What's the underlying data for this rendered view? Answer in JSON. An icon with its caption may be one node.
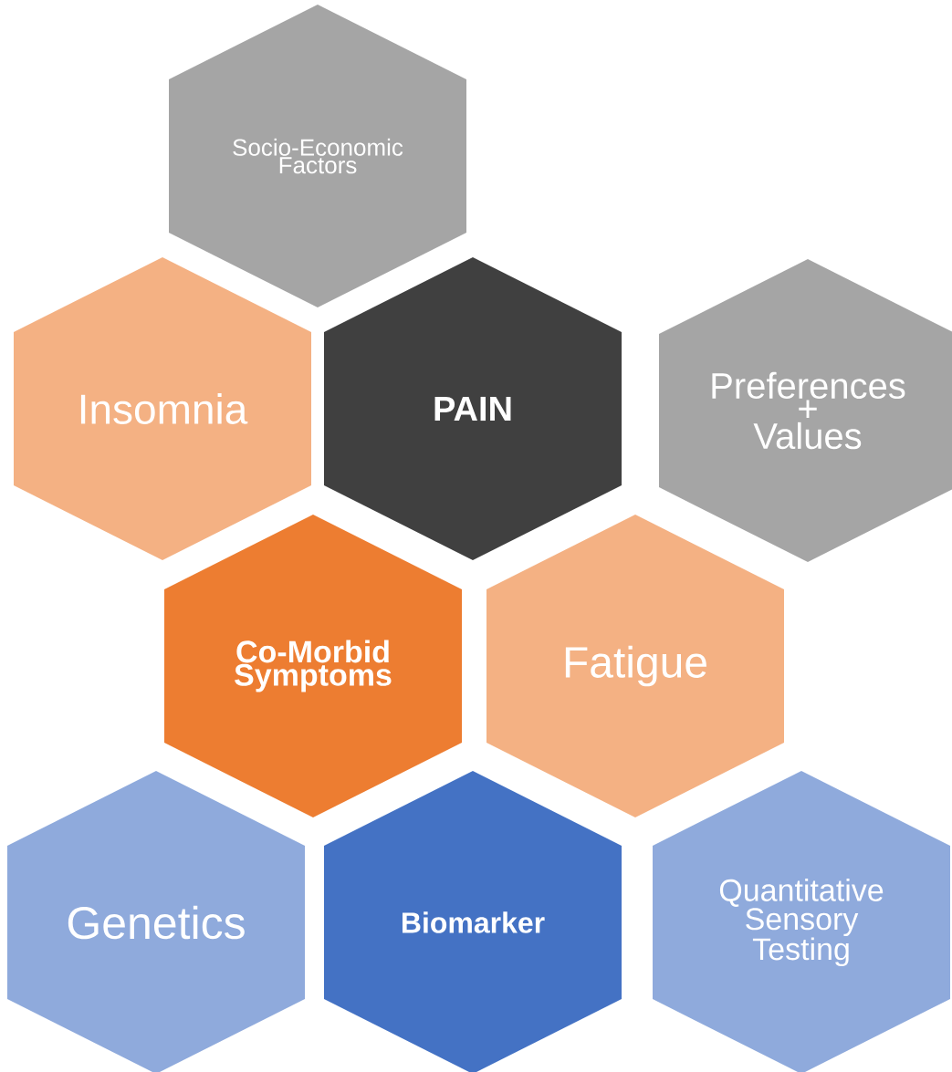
{
  "diagram": {
    "nodes": [
      {
        "text": [
          "Socio-Economic Factors"
        ]
      },
      {
        "text": [
          "Insomnia"
        ]
      },
      {
        "text": [
          "PAIN"
        ]
      },
      {
        "text": [
          "Preferences + Values"
        ]
      },
      {
        "text": [
          "Co-Morbid Symptoms"
        ]
      },
      {
        "text": [
          "Fatigue"
        ]
      },
      {
        "text": [
          "Genetics"
        ]
      },
      {
        "text": [
          "Biomarker"
        ]
      },
      {
        "text": [
          "Quantitative Sensory Testing"
        ]
      }
    ]
  }
}
